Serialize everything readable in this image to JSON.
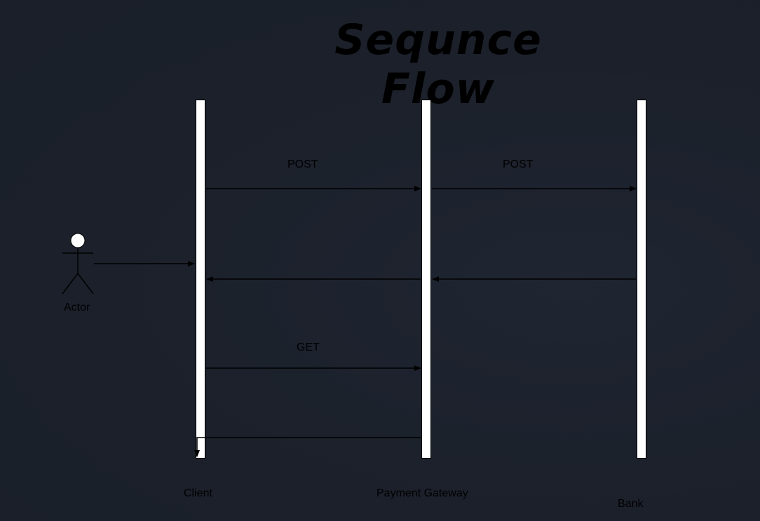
{
  "diagram": {
    "title": "Sequnce Flow",
    "actor": {
      "label": "Actor"
    },
    "lifelines": {
      "client": "Client",
      "gateway": "Payment Gateway",
      "bank": "Bank"
    },
    "messages": {
      "client_to_gateway": "POST",
      "gateway_to_bank": "POST",
      "client_get": "GET"
    }
  }
}
